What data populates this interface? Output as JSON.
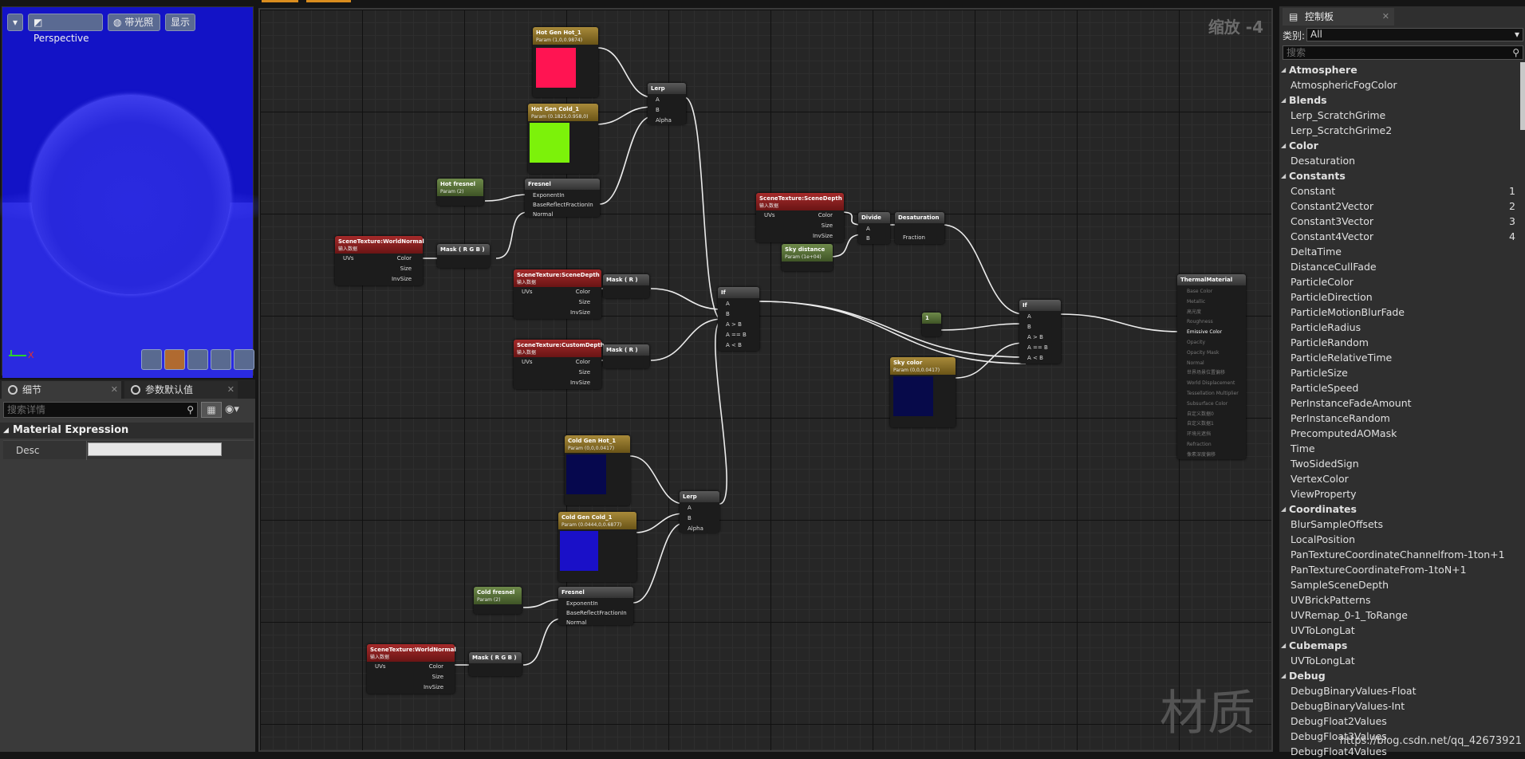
{
  "viewport": {
    "buttons": [
      "Perspective",
      "带光照",
      "显示"
    ],
    "axis_x": "X"
  },
  "details": {
    "tabs": [
      "细节",
      "参数默认值"
    ],
    "search_placeholder": "搜索详情",
    "section": "Material Expression",
    "desc_label": "Desc"
  },
  "graph": {
    "zoom": "缩放 -4",
    "watermark": "材质",
    "nodes": {
      "hot_hot": {
        "title": "Hot Gen Hot_1",
        "sub": "Param (1,0,0.9874)"
      },
      "hot_cold": {
        "title": "Hot Gen Cold_1",
        "sub": "Param (0.1825,0.958,0)"
      },
      "hot_fresnel": {
        "title": "Hot fresnel",
        "sub": "Param (2)"
      },
      "fresnel1": {
        "title": "Fresnel"
      },
      "lerp1": {
        "title": "Lerp"
      },
      "scene_normal1": {
        "title": "SceneTexture:WorldNormal",
        "sub": "输入数据"
      },
      "mask_rgb1": {
        "title": "Mask ( R G B )"
      },
      "scene_depth1": {
        "title": "SceneTexture:SceneDepth",
        "sub": "输入数据"
      },
      "mask_r1": {
        "title": "Mask ( R )"
      },
      "custom_depth": {
        "title": "SceneTexture:CustomDepth",
        "sub": "输入数据"
      },
      "mask_r2": {
        "title": "Mask ( R )"
      },
      "if1": {
        "title": "If"
      },
      "scene_depth2": {
        "title": "SceneTexture:SceneDepth",
        "sub": "输入数据"
      },
      "sky_distance": {
        "title": "Sky distance",
        "sub": "Param (1e+04)"
      },
      "divide": {
        "title": "Divide"
      },
      "desaturation": {
        "title": "Desaturation"
      },
      "const1": {
        "title": "1"
      },
      "if2": {
        "title": "If"
      },
      "sky_color": {
        "title": "Sky color",
        "sub": "Param (0,0,0.0417)"
      },
      "thermal": {
        "title": "ThermalMaterial"
      },
      "cold_hot": {
        "title": "Cold Gen Hot_1",
        "sub": "Param (0,0,0.0417)"
      },
      "lerp2": {
        "title": "Lerp"
      },
      "cold_cold": {
        "title": "Cold Gen Cold_1",
        "sub": "Param (0.0444,0,0.6877)"
      },
      "cold_fresnel": {
        "title": "Cold fresnel",
        "sub": "Param (2)"
      },
      "fresnel2": {
        "title": "Fresnel"
      },
      "scene_normal2": {
        "title": "SceneTexture:WorldNormal",
        "sub": "输入数据"
      },
      "mask_rgb2": {
        "title": "Mask ( R G B )"
      }
    },
    "pins": {
      "uvs": "UVs",
      "color": "Color",
      "size": "Size",
      "invsize": "InvSize",
      "a": "A",
      "b": "B",
      "alpha": "Alpha",
      "exponent": "ExponentIn",
      "basereflect": "BaseReflectFractionIn",
      "normal": "Normal",
      "agtb": "A > B",
      "aeqb": "A == B",
      "altb": "A < B",
      "fraction": "Fraction",
      "emissive": "Emissive Color"
    },
    "thermal_pins": [
      "Base Color",
      "Metallic",
      "高光度",
      "Roughness",
      "Emissive Color",
      "Opacity",
      "Opacity Mask",
      "Normal",
      "世界场景位置偏移",
      "World Displacement",
      "Tessellation Multiplier",
      "Subsurface Color",
      "自定义数据0",
      "自定义数据1",
      "环境光遮挡",
      "Refraction",
      "像素深度偏移"
    ],
    "swatches": {
      "hot_hot": "#ff1452",
      "hot_cold": "#7cf20a",
      "sky_color": "#070a4a",
      "cold_hot": "#06084e",
      "cold_cold": "#1a10c8"
    }
  },
  "palette": {
    "tab": "控制板",
    "category_label": "类别:",
    "category_value": "All",
    "search_placeholder": "搜索",
    "items": [
      {
        "label": "Atmosphere",
        "head": true
      },
      {
        "label": "AtmosphericFogColor"
      },
      {
        "label": "Blends",
        "head": true
      },
      {
        "label": "Lerp_ScratchGrime"
      },
      {
        "label": "Lerp_ScratchGrime2"
      },
      {
        "label": "Color",
        "head": true
      },
      {
        "label": "Desaturation"
      },
      {
        "label": "Constants",
        "head": true
      },
      {
        "label": "Constant",
        "hotkey": "1"
      },
      {
        "label": "Constant2Vector",
        "hotkey": "2"
      },
      {
        "label": "Constant3Vector",
        "hotkey": "3"
      },
      {
        "label": "Constant4Vector",
        "hotkey": "4"
      },
      {
        "label": "DeltaTime"
      },
      {
        "label": "DistanceCullFade"
      },
      {
        "label": "ParticleColor"
      },
      {
        "label": "ParticleDirection"
      },
      {
        "label": "ParticleMotionBlurFade"
      },
      {
        "label": "ParticleRadius"
      },
      {
        "label": "ParticleRandom"
      },
      {
        "label": "ParticleRelativeTime"
      },
      {
        "label": "ParticleSize"
      },
      {
        "label": "ParticleSpeed"
      },
      {
        "label": "PerInstanceFadeAmount"
      },
      {
        "label": "PerInstanceRandom"
      },
      {
        "label": "PrecomputedAOMask"
      },
      {
        "label": "Time"
      },
      {
        "label": "TwoSidedSign"
      },
      {
        "label": "VertexColor"
      },
      {
        "label": "ViewProperty"
      },
      {
        "label": "Coordinates",
        "head": true
      },
      {
        "label": "BlurSampleOffsets"
      },
      {
        "label": "LocalPosition"
      },
      {
        "label": "PanTextureCoordinateChannelfrom-1ton+1"
      },
      {
        "label": "PanTextureCoordinateFrom-1toN+1"
      },
      {
        "label": "SampleSceneDepth"
      },
      {
        "label": "UVBrickPatterns"
      },
      {
        "label": "UVRemap_0-1_ToRange"
      },
      {
        "label": "UVToLongLat"
      },
      {
        "label": "Cubemaps",
        "head": true
      },
      {
        "label": "UVToLongLat"
      },
      {
        "label": "Debug",
        "head": true
      },
      {
        "label": "DebugBinaryValues-Float"
      },
      {
        "label": "DebugBinaryValues-Int"
      },
      {
        "label": "DebugFloat2Values"
      },
      {
        "label": "DebugFloat3Values"
      },
      {
        "label": "DebugFloat4Values"
      }
    ],
    "url": "https://blog.csdn.net/qq_42673921"
  }
}
